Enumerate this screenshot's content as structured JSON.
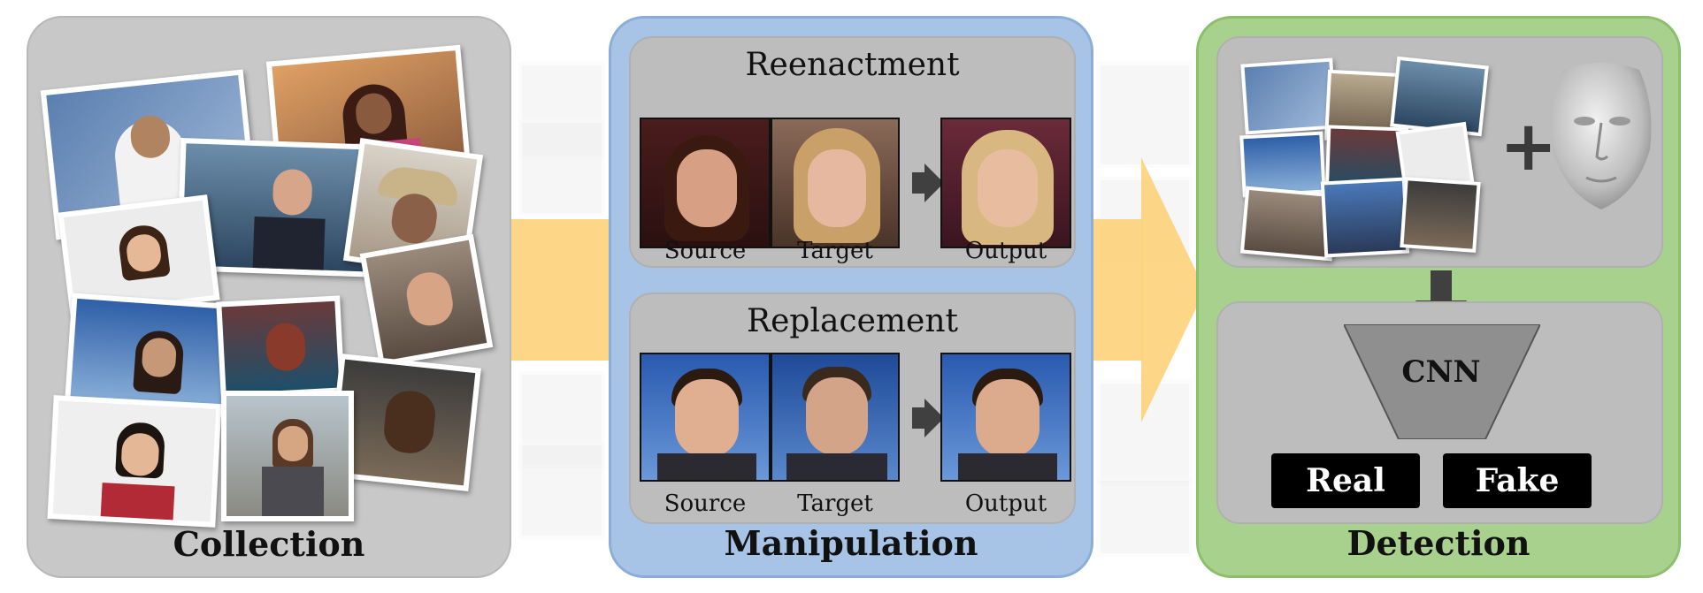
{
  "panels": {
    "collection": {
      "label": "Collection"
    },
    "manipulation": {
      "label": "Manipulation",
      "reenactment": {
        "title": "Reenactment",
        "source": "Source",
        "target": "Target",
        "output": "Output"
      },
      "replacement": {
        "title": "Replacement",
        "source": "Source",
        "target": "Target",
        "output": "Output"
      }
    },
    "detection": {
      "label": "Detection",
      "plus": "+",
      "network": "CNN",
      "classes": [
        "Real",
        "Fake"
      ]
    }
  },
  "colors": {
    "collection_bg": "#c8c8c8",
    "manipulation_bg": "#a7c4e6",
    "detection_bg": "#a9d18e",
    "flow_arrow": "#fdd27a",
    "dark_arrow": "#404040"
  }
}
